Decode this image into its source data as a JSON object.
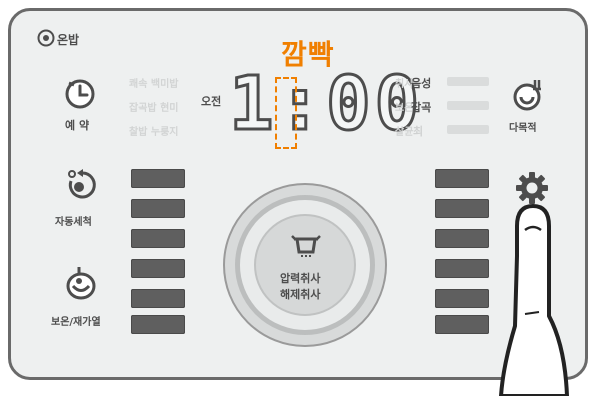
{
  "header": {
    "brand_label": "온밥"
  },
  "display": {
    "blink_label": "깜빡",
    "time_text": "1:00",
    "ampm_label": "오전",
    "faint_left": [
      "쾌속 백미밥",
      "잡곡밥 현미",
      "찰밥 누룽지"
    ],
    "faint_right": [
      "취사",
      "보온",
      "살균"
    ],
    "right_labels": [
      "음성",
      "잡곡",
      "최"
    ]
  },
  "buttons": {
    "reservation_label": "예 약",
    "autoclean_label": "자동세척",
    "steam_label": "보온/재가열",
    "multi_label": "다목적",
    "main_label_line1": "압력취사",
    "main_label_line2": "해제취사"
  },
  "colors": {
    "accent": "#f07f00",
    "bar": "#5f5f5f",
    "panel": "#eef0f0",
    "border": "#6a6a6a"
  },
  "icons": [
    "brand-icon",
    "clock-icon",
    "autoclean-icon",
    "pot-icon",
    "multi-icon",
    "gear-icon",
    "cooking-pot-icon",
    "finger-icon"
  ]
}
